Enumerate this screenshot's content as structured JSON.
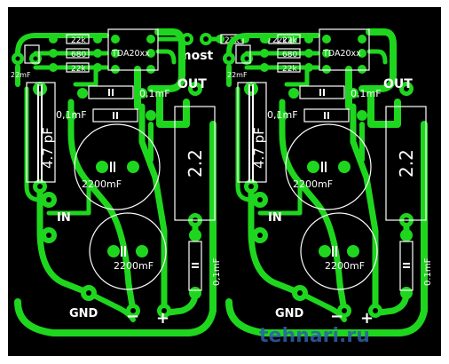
{
  "colors": {
    "background": "#000000",
    "copper": "#1fd61f",
    "silkscreen": "#ffffff",
    "watermark": "#2e5fa8"
  },
  "board": {
    "label_most": "most",
    "watermark": "tehnari.ru"
  },
  "channels": [
    {
      "ic_label": "TDA20xx",
      "resistor_top": "22k",
      "resistor_mid": "680",
      "resistor_bot": "22k",
      "cap_small_left": "22mF",
      "cap_film_large": "4.7 pF",
      "cap_ceramic_1": "0,1mF",
      "cap_ceramic_2": "0,1mF",
      "elec_top": "2200mF",
      "elec_bottom": "2200mF",
      "resistor_power": "2.2",
      "cap_output": "0,1mF",
      "label_out": "OUT",
      "label_in": "IN",
      "label_gnd": "GND",
      "label_minus": "−",
      "label_plus": "+",
      "mid_res_1": "22k",
      "mid_res_2": "22k"
    },
    {
      "ic_label": "TDA20xx",
      "resistor_top": "22k",
      "resistor_mid": "680",
      "resistor_bot": "22k",
      "cap_small_left": "22mF",
      "cap_film_large": "4.7 pF",
      "cap_ceramic_1": "0,1mF",
      "cap_ceramic_2": "0,1mF",
      "elec_top": "2200mF",
      "elec_bottom": "2200mF",
      "resistor_power": "2.2",
      "cap_output": "0.1mF",
      "label_out": "OUT",
      "label_in": "IN",
      "label_gnd": "GND",
      "label_minus": "−",
      "label_plus": "+"
    }
  ]
}
